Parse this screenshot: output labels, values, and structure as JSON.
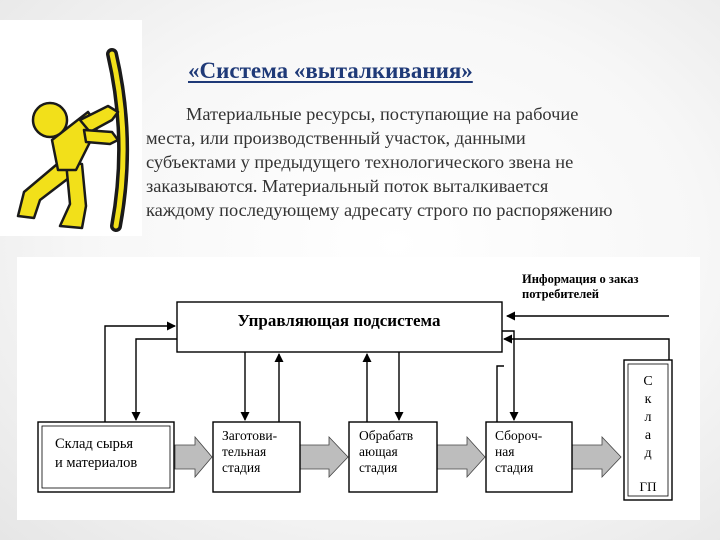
{
  "slide": {
    "title": "«Система «выталкивания»",
    "body_lines": [
      "Материальные ресурсы, поступающие на рабочие",
      "места, или производственный участок, данными",
      "субъектами у предыдущего технологического звена не",
      "заказываются. Материальный поток выталкивается",
      "каждому последующему адресату строго по распоряжению"
    ]
  },
  "diagram": {
    "control_box": "Управляющая подсистема",
    "info_label": [
      "Информация о заказ",
      "потребителей"
    ],
    "stages": [
      [
        "Склад сырья",
        "и материалов"
      ],
      [
        "Заготови-",
        "тельная",
        "стадия"
      ],
      [
        "Обрабатв",
        "ающая",
        "стадия"
      ],
      [
        "Сбороч-",
        "ная",
        "стадия"
      ]
    ],
    "warehouse_letters": [
      "С",
      "к",
      "л",
      "а",
      "д"
    ],
    "warehouse_suffix": "ГП"
  },
  "colors": {
    "title": "#1f3a78",
    "figure_yellow": "#f2e01a",
    "figure_outline": "#1a1a1a",
    "arrow_fill": "#bdbdbd"
  },
  "icons": {
    "figure": "pushing-person-icon"
  }
}
